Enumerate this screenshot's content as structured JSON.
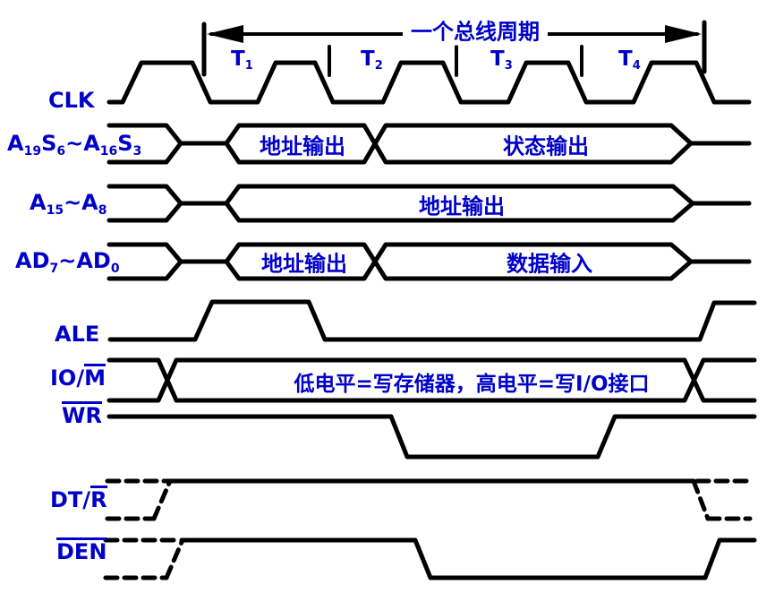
{
  "colors": {
    "label_blue": "#0000c8",
    "waveform_black": "#000000",
    "background": "#ffffff"
  },
  "header": {
    "bus_cycle_label": "一个总线周期",
    "t_states": [
      [
        {
          "t": "T"
        },
        {
          "sub": "1"
        }
      ],
      [
        {
          "t": "T"
        },
        {
          "sub": "2"
        }
      ],
      [
        {
          "t": "T"
        },
        {
          "sub": "3"
        }
      ],
      [
        {
          "t": "T"
        },
        {
          "sub": "4"
        }
      ]
    ]
  },
  "signals": {
    "clk": {
      "label": [
        {
          "t": "CLK"
        }
      ]
    },
    "addr_status": {
      "label": [
        {
          "t": "A"
        },
        {
          "sub": "19"
        },
        {
          "t": "S"
        },
        {
          "sub": "6"
        },
        {
          "t": "~A"
        },
        {
          "sub": "16"
        },
        {
          "t": "S"
        },
        {
          "sub": "3"
        }
      ],
      "segment1": "地址输出",
      "segment2": "状态输出"
    },
    "addr_high": {
      "label": [
        {
          "t": "A"
        },
        {
          "sub": "15"
        },
        {
          "t": "~A"
        },
        {
          "sub": "8"
        }
      ],
      "segment1": "地址输出"
    },
    "addr_data": {
      "label": [
        {
          "t": "AD"
        },
        {
          "sub": "7"
        },
        {
          "t": "~AD"
        },
        {
          "sub": "0"
        }
      ],
      "segment1": "地址输出",
      "segment2": "数据输入"
    },
    "ale": {
      "label": [
        {
          "t": "ALE"
        }
      ]
    },
    "io_m": {
      "label": [
        {
          "t": "IO/"
        },
        {
          "over": "M"
        }
      ],
      "annotation": "低电平=写存储器，高电平=写I/O接口"
    },
    "wr": {
      "label": [
        {
          "over": "WR"
        }
      ]
    },
    "dt_r": {
      "label": [
        {
          "t": "DT/"
        },
        {
          "over": "R"
        }
      ]
    },
    "den": {
      "label": [
        {
          "over": "DEN"
        }
      ]
    }
  }
}
